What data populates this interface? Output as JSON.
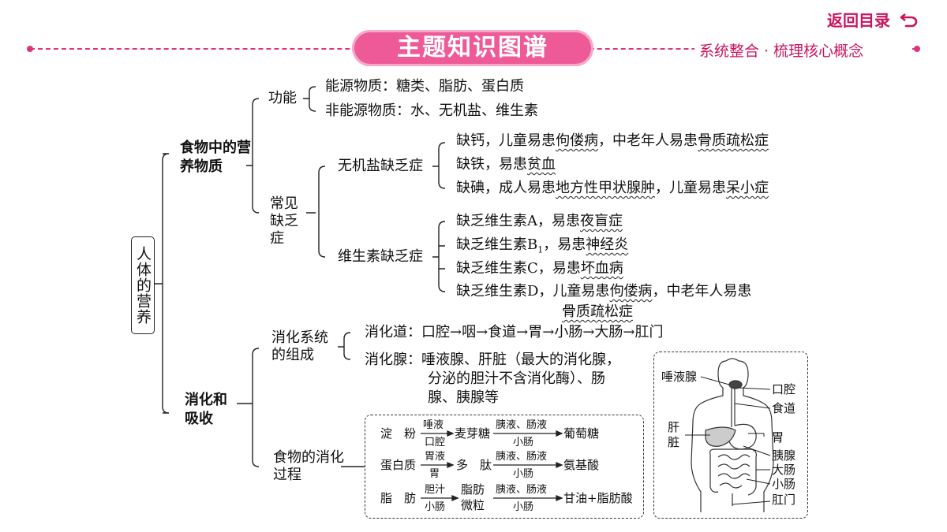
{
  "header": {
    "title": "主题知识图谱",
    "subtitle": "系统整合 · 梳理核心概念",
    "back_label": "返回目录",
    "accent": "#e0327a",
    "pill_color": "#ee5a98"
  },
  "root": "人体的营养",
  "food": {
    "label": "食物中的营养物质",
    "function": {
      "label": "功能",
      "energy": "能源物质：糖类、脂肪、蛋白质",
      "non_energy": "非能源物质：水、无机盐、维生素"
    },
    "deficiency": {
      "label": "常见缺乏症",
      "mineral": {
        "label": "无机盐缺乏症",
        "calcium": {
          "a": "缺钙，儿童易患",
          "b": "佝偻病",
          "c": "，中老年人易患",
          "d": "骨质疏松症"
        },
        "iron": {
          "a": "缺铁，易患",
          "b": "贫血"
        },
        "iodine": {
          "a": "缺碘，成人易患",
          "b": "地方性甲状腺肿",
          "c": "，儿童易患",
          "d": "呆小症"
        }
      },
      "vitamin": {
        "label": "维生素缺乏症",
        "a": {
          "a": "缺乏维生素A，易患",
          "b": "夜盲症"
        },
        "b1": {
          "a": "缺乏维生素B",
          "sub": "1",
          "c": "，易患",
          "b": "神经炎"
        },
        "c": {
          "a": "缺乏维生素C，易患",
          "b": "坏血病"
        },
        "d": {
          "a": "缺乏维生素D，儿童易患",
          "b": "佝偻病",
          "c": "，中老年人易患",
          "d": "骨质疏松症"
        }
      }
    }
  },
  "digestion": {
    "label": "消化和吸收",
    "system": {
      "label": "消化系统的组成",
      "tract": "消化道：口腔→咽→食道→胃→小肠→大肠→肛门",
      "glands_1": "消化腺：唾液腺、肝脏（最大的消化腺，",
      "glands_2": "分泌的胆汁不含消化酶）、肠",
      "glands_3": "腺、胰腺等"
    },
    "process": {
      "label": "食物的消化过程",
      "starch": {
        "name": "淀　粉",
        "a1": "唾液",
        "a2": "口腔",
        "mid": "麦芽糖",
        "b1": "胰液、肠液",
        "b2": "小肠",
        "end": "葡萄糖"
      },
      "protein": {
        "name": "蛋白质",
        "a1": "胃液",
        "a2": "胃",
        "mid": "多　肽",
        "b1": "胰液、肠液",
        "b2": "小肠",
        "end": "氨基酸"
      },
      "fat": {
        "name": "脂　肪",
        "a1": "胆汁",
        "a2": "小肠",
        "mid1": "脂肪",
        "mid2": "微粒",
        "b1": "胰液、肠液",
        "b2": "小肠",
        "end": "甘油+脂肪酸"
      }
    },
    "figure": {
      "salivary": "唾液腺",
      "liver": "肝脏",
      "mouth": "口腔",
      "esophagus": "食道",
      "stomach": "胃",
      "pancreas": "胰腺",
      "large_intestine": "大肠",
      "small_intestine": "小肠",
      "anus": "肛门"
    }
  }
}
